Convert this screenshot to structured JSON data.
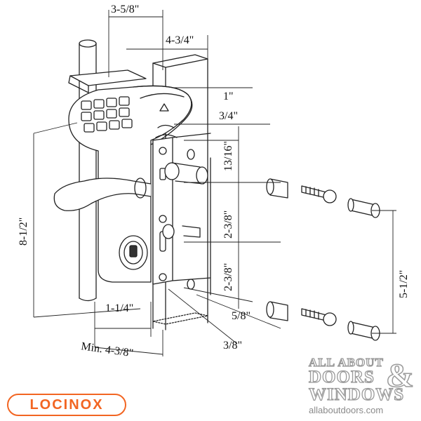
{
  "dimensions": {
    "top_width": "3-5/8\"",
    "post_width": "4-3/4\"",
    "d_1": "1\"",
    "d_3_4": "3/4\"",
    "d_13_16": "13/16\"",
    "d_2_3_8_a": "2-3/8\"",
    "d_2_3_8_b": "2-3/8\"",
    "height": "8-1/2\"",
    "screw_span": "5-1/2\"",
    "d_5_8": "5/8\"",
    "d_3_8": "3/8\"",
    "d_1_1_4": "1-1/4\"",
    "min_width": "Min. 4-3/8\""
  },
  "brand": {
    "logo": "LOCINOX",
    "color": "#f26522"
  },
  "watermark": {
    "line1": "ALL ABOUT",
    "line2": "DOORS",
    "amp": "&",
    "line3": "WINDOWS",
    "url": "allaboutdoors.com"
  }
}
